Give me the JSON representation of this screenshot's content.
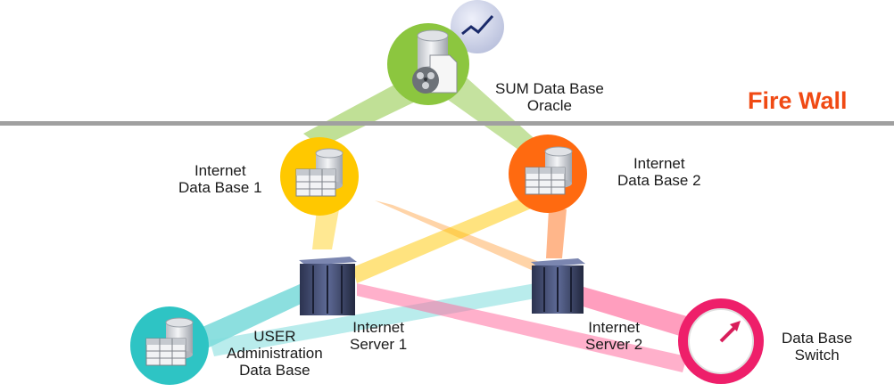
{
  "firewall": {
    "label": "Fire Wall"
  },
  "nodes": {
    "sum_db": {
      "line1": "SUM Data Base",
      "line2": "Oracle"
    },
    "internet_db1": {
      "line1": "Internet",
      "line2": "Data Base 1"
    },
    "internet_db2": {
      "line1": "Internet",
      "line2": "Data Base 2"
    },
    "server1": {
      "line1": "Internet",
      "line2": "Server 1"
    },
    "server2": {
      "line1": "Internet",
      "line2": "Server 2"
    },
    "user_admin_db": {
      "line1": "USER",
      "line2": "Administration",
      "line3": "Data Base"
    },
    "db_switch": {
      "line1": "Data Base",
      "line2": "Switch"
    }
  },
  "colors": {
    "sum_db": "#8cc63f",
    "internet_db1": "#ffc800",
    "internet_db2": "#ff6a10",
    "user_admin_db": "#2ec4c4",
    "db_switch": "#ee1f6a",
    "firewall_line": "#a0a0a0",
    "firewall_text": "#f04a14"
  },
  "icons": {
    "sum_db": [
      "database-icon",
      "document-icon",
      "film-reel-icon",
      "chart-trend-icon"
    ],
    "internet_db1": [
      "database-icon",
      "table-icon"
    ],
    "internet_db2": [
      "database-icon",
      "table-icon"
    ],
    "user_admin_db": [
      "database-icon",
      "table-icon"
    ],
    "server1": [
      "server-rack-icon"
    ],
    "server2": [
      "server-rack-icon"
    ],
    "db_switch": [
      "gauge-icon"
    ]
  }
}
